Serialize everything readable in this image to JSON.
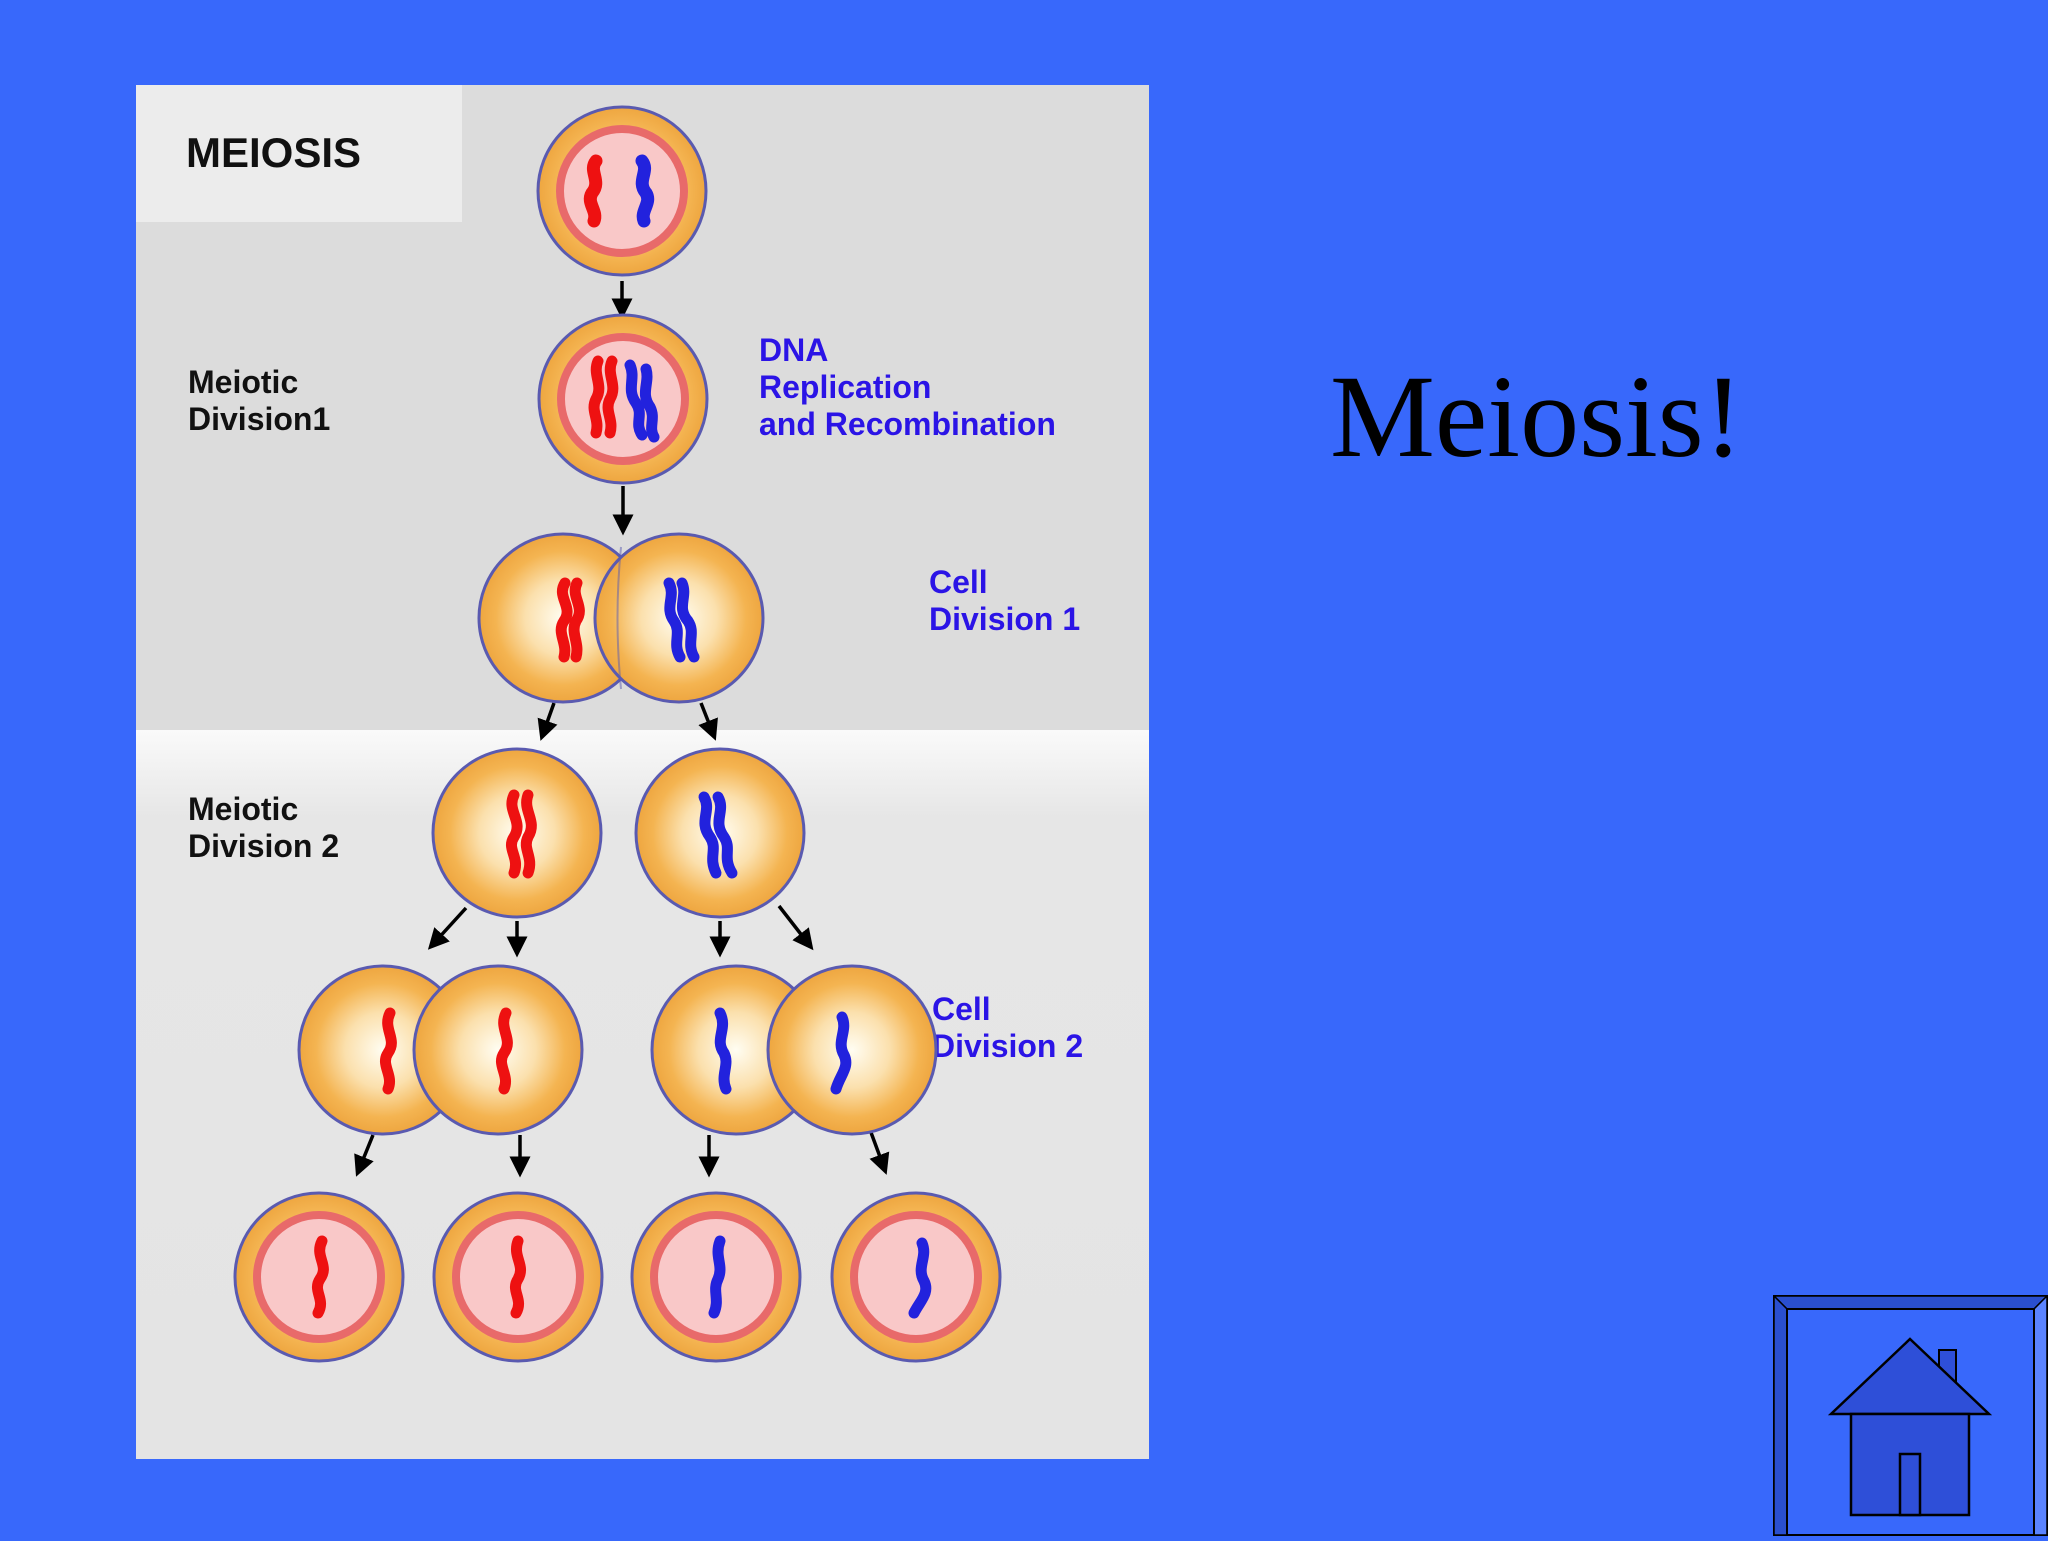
{
  "slide": {
    "title": "Meiosis!",
    "background_color": "#3868fb"
  },
  "diagram": {
    "heading": "MEIOSIS",
    "stage_labels": {
      "division1_line1": "Meiotic",
      "division1_line2": "Division1",
      "division2_line1": "Meiotic",
      "division2_line2": "Division 2"
    },
    "step_labels": {
      "replication_line1": "DNA",
      "replication_line2": "Replication",
      "replication_line3": "and Recombination",
      "cell_div1_line1": "Cell",
      "cell_div1_line2": "Division 1",
      "cell_div2_line1": "Cell",
      "cell_div2_line2": "Division 2"
    },
    "colors": {
      "panel_top": "#dcdcdc",
      "panel_bottom": "#e6e6e6",
      "cell_fill": "#f4b451",
      "cell_outline": "#5a5ab0",
      "nucleus_fill": "#f9c8c8",
      "nucleus_ring": "#e86a6a",
      "maternal_chromosome": "#ee1111",
      "paternal_chromosome": "#2222dd",
      "label_blue": "#2b14e6"
    }
  },
  "home_button": {
    "icon": "house-icon",
    "fill": "#2e4fd8"
  }
}
